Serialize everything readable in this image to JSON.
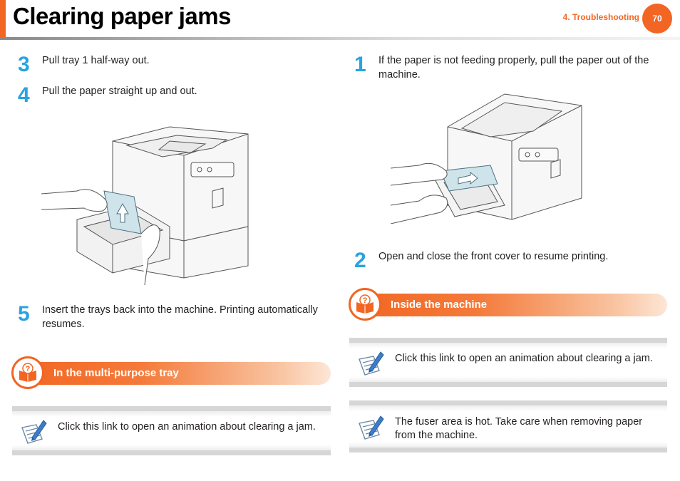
{
  "header": {
    "title": "Clearing paper jams",
    "chapter": "4.  Troubleshooting",
    "page_number": "70"
  },
  "left": {
    "steps": [
      {
        "num": "3",
        "text": "Pull tray 1 half-way out."
      },
      {
        "num": "4",
        "text": "Pull the paper straight up and out."
      },
      {
        "num": "5",
        "text": "Insert the trays back into the machine. Printing automatically resumes."
      }
    ],
    "section": {
      "title": "In the multi-purpose tray"
    },
    "note": {
      "text": "Click this link to open an animation about clearing a jam."
    }
  },
  "right": {
    "steps": [
      {
        "num": "1",
        "text": "If the paper is not feeding properly, pull the paper out of the machine."
      },
      {
        "num": "2",
        "text": "Open and close the front cover to resume printing."
      }
    ],
    "section": {
      "title": "Inside the machine"
    },
    "notes": [
      {
        "text": "Click this link to open an animation about clearing a jam."
      },
      {
        "text": "The fuser area is hot. Take care when removing paper from the machine."
      }
    ]
  },
  "colors": {
    "accent": "#f26522",
    "step_number": "#29a3e0",
    "text": "#231f20"
  },
  "icons": {
    "section": "help-book-icon",
    "note": "note-pencil-icon"
  }
}
